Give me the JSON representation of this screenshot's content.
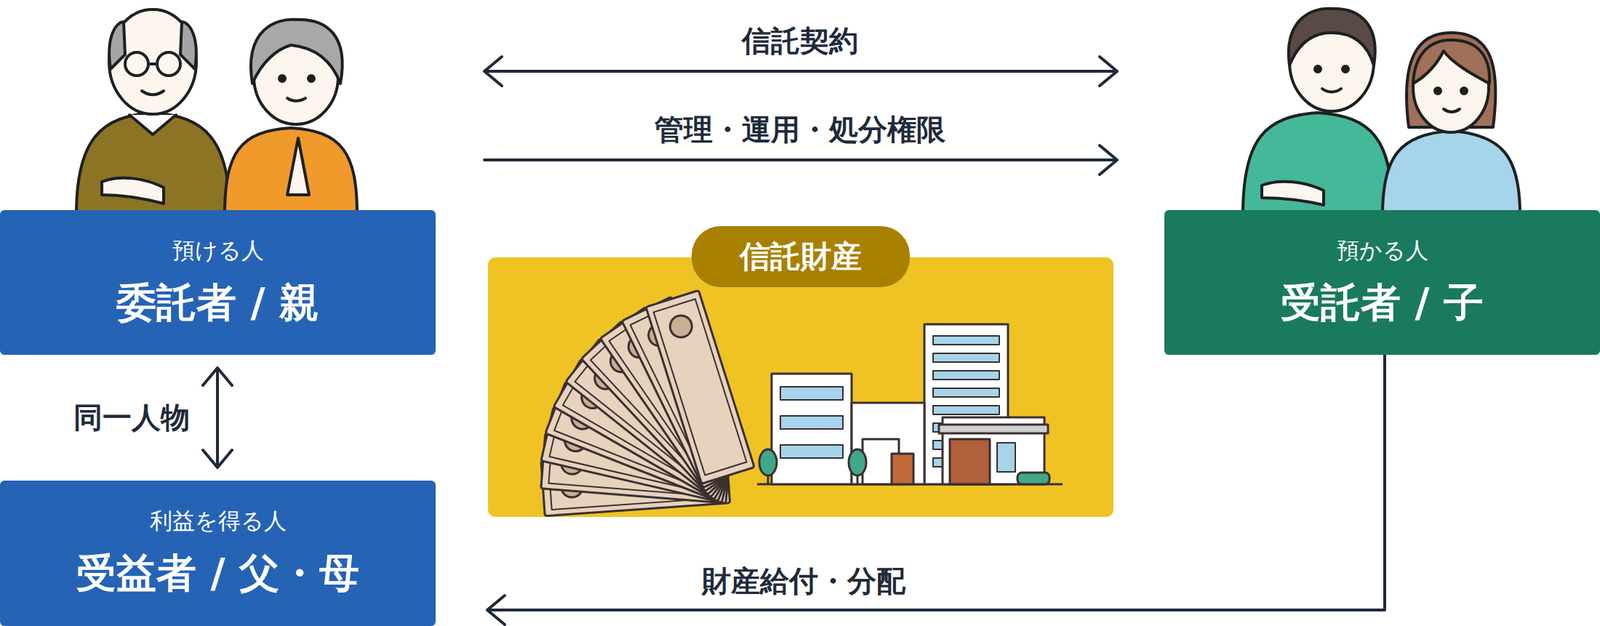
{
  "diagram": {
    "nodes": [
      {
        "text": [
          "預ける人",
          "委託者 / 親"
        ]
      },
      {
        "text": [
          "利益を得る人",
          "受益者 / 父・母"
        ]
      },
      {
        "text": [
          "預かる人",
          "受託者 / 子"
        ]
      },
      {
        "text": [
          "信託財産"
        ]
      }
    ],
    "edges": [
      {
        "from": 0,
        "to": 1,
        "arrow": "both",
        "label": "同一人物"
      },
      {
        "from": 0,
        "to": 2,
        "arrow": "both",
        "label": "信託契約"
      },
      {
        "from": 0,
        "to": 2,
        "arrow": "to",
        "label": "管理・運用・処分権限"
      },
      {
        "from": 2,
        "to": 1,
        "arrow": "to",
        "label": "財産給付・分配"
      }
    ]
  }
}
